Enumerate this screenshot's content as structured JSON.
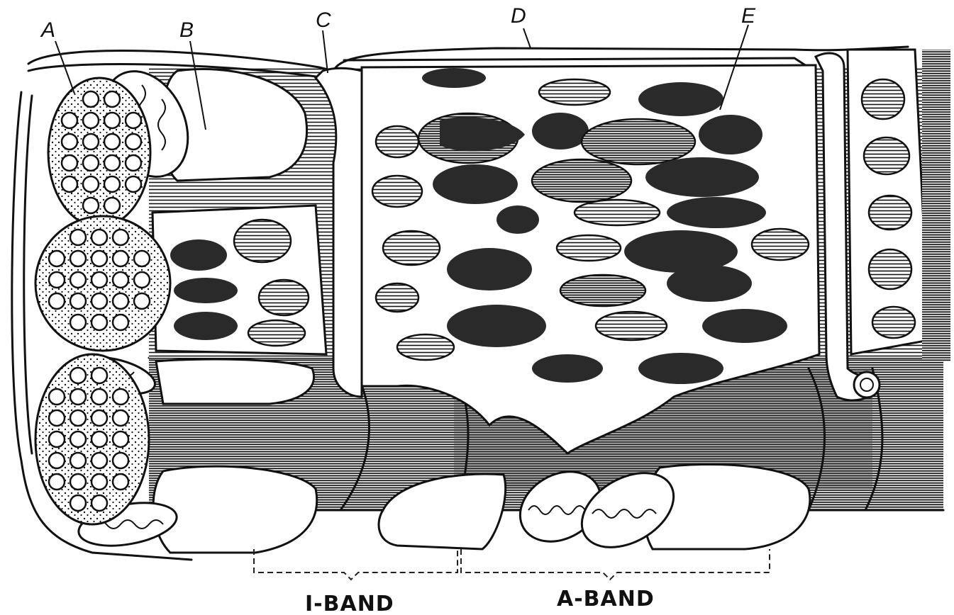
{
  "figure": {
    "labels": {
      "A": "A",
      "B": "B",
      "C": "C",
      "D": "D",
      "E": "E"
    },
    "bands": {
      "i_band": "I-BAND",
      "a_band": "A-BAND"
    },
    "colors": {
      "ink": "#111111",
      "paper": "#ffffff",
      "dark_fill": "#2a2a2a"
    }
  }
}
